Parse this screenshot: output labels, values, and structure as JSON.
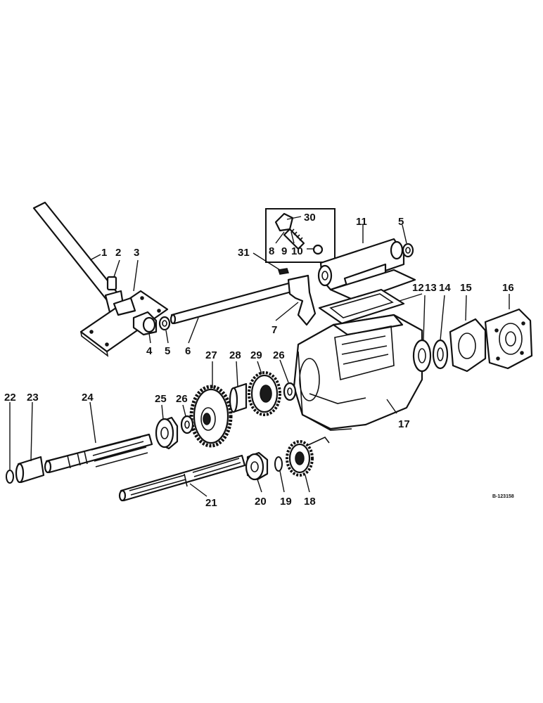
{
  "labels": {
    "l1": "1",
    "l2": "2",
    "l3": "3",
    "l4": "4",
    "l5a": "5",
    "l5b": "5",
    "l6": "6",
    "l7": "7",
    "l8": "8",
    "l9": "9",
    "l10": "10",
    "l11": "11",
    "l12": "12",
    "l13": "13",
    "l14": "14",
    "l15": "15",
    "l16": "16",
    "l17": "17",
    "l18": "18",
    "l19": "19",
    "l20": "20",
    "l21": "21",
    "l22": "22",
    "l23": "23",
    "l24": "24",
    "l25": "25",
    "l26a": "26",
    "l26b": "26",
    "l27": "27",
    "l28": "28",
    "l29": "29",
    "l30": "30",
    "l31": "31"
  },
  "drawing_ref": "B-123158"
}
